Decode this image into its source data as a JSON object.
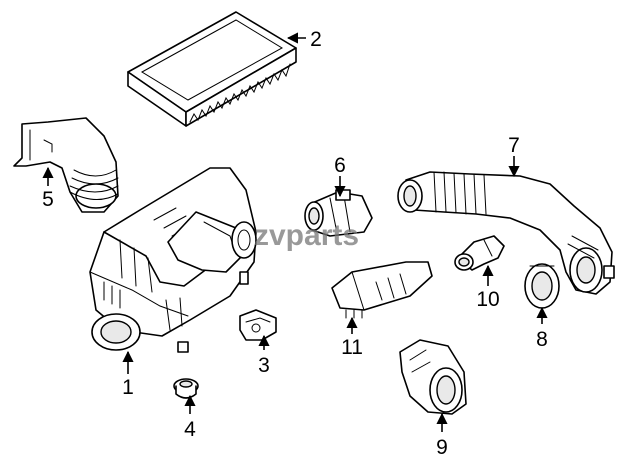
{
  "watermark": "zvparts",
  "callouts": [
    {
      "id": "1",
      "label": "1",
      "part": "air-cleaner-housing"
    },
    {
      "id": "2",
      "label": "2",
      "part": "air-filter-element"
    },
    {
      "id": "3",
      "label": "3",
      "part": "mounting-bracket"
    },
    {
      "id": "4",
      "label": "4",
      "part": "grommet"
    },
    {
      "id": "5",
      "label": "5",
      "part": "intake-scoop-duct"
    },
    {
      "id": "6",
      "label": "6",
      "part": "mass-air-flow-sensor"
    },
    {
      "id": "7",
      "label": "7",
      "part": "outlet-air-duct"
    },
    {
      "id": "8",
      "label": "8",
      "part": "hose-clamp-ring"
    },
    {
      "id": "9",
      "label": "9",
      "part": "throttle-body-adapter"
    },
    {
      "id": "10",
      "label": "10",
      "part": "elbow-hose"
    },
    {
      "id": "11",
      "label": "11",
      "part": "resonator"
    }
  ]
}
